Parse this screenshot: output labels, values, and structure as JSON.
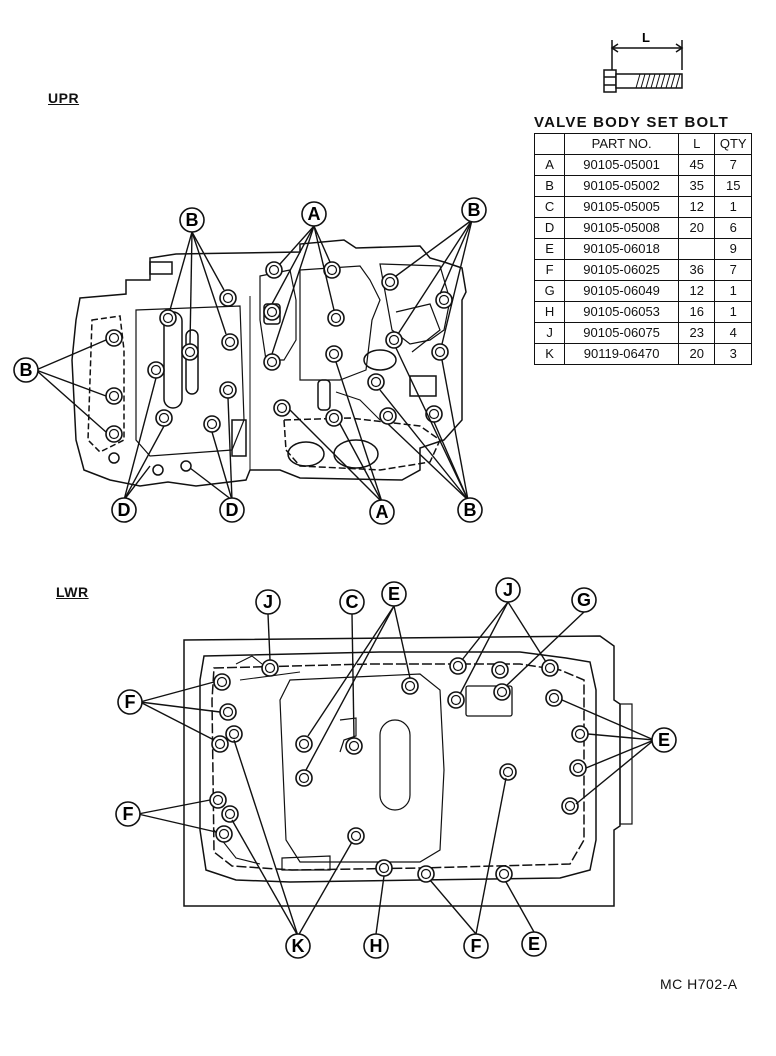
{
  "sections": {
    "upper_label": "UPR",
    "lower_label": "LWR"
  },
  "bolt_icon": {
    "icon": "bolt-icon",
    "dimension_label": "L"
  },
  "table": {
    "title": "VALVE BODY SET BOLT",
    "headers": [
      "",
      "PART NO.",
      "L",
      "QTY"
    ],
    "rows": [
      {
        "id": "A",
        "part_no": "90105-05001",
        "length": "45",
        "qty": "7"
      },
      {
        "id": "B",
        "part_no": "90105-05002",
        "length": "35",
        "qty": "15"
      },
      {
        "id": "C",
        "part_no": "90105-05005",
        "length": "12",
        "qty": "1"
      },
      {
        "id": "D",
        "part_no": "90105-05008",
        "length": "20",
        "qty": "6"
      },
      {
        "id": "E",
        "part_no": "90105-06018",
        "length": "",
        "qty": "9"
      },
      {
        "id": "F",
        "part_no": "90105-06025",
        "length": "36",
        "qty": "7"
      },
      {
        "id": "G",
        "part_no": "90105-06049",
        "length": "12",
        "qty": "1"
      },
      {
        "id": "H",
        "part_no": "90105-06053",
        "length": "16",
        "qty": "1"
      },
      {
        "id": "J",
        "part_no": "90105-06075",
        "length": "23",
        "qty": "4"
      },
      {
        "id": "K",
        "part_no": "90119-06470",
        "length": "20",
        "qty": "3"
      }
    ]
  },
  "callouts": {
    "upper": [
      "B",
      "A",
      "B",
      "B",
      "D",
      "D",
      "A",
      "B"
    ],
    "lower": [
      "J",
      "C",
      "E",
      "J",
      "G",
      "F",
      "F",
      "E",
      "K",
      "H",
      "F",
      "E"
    ]
  },
  "figure_code": "MC  H702-A"
}
